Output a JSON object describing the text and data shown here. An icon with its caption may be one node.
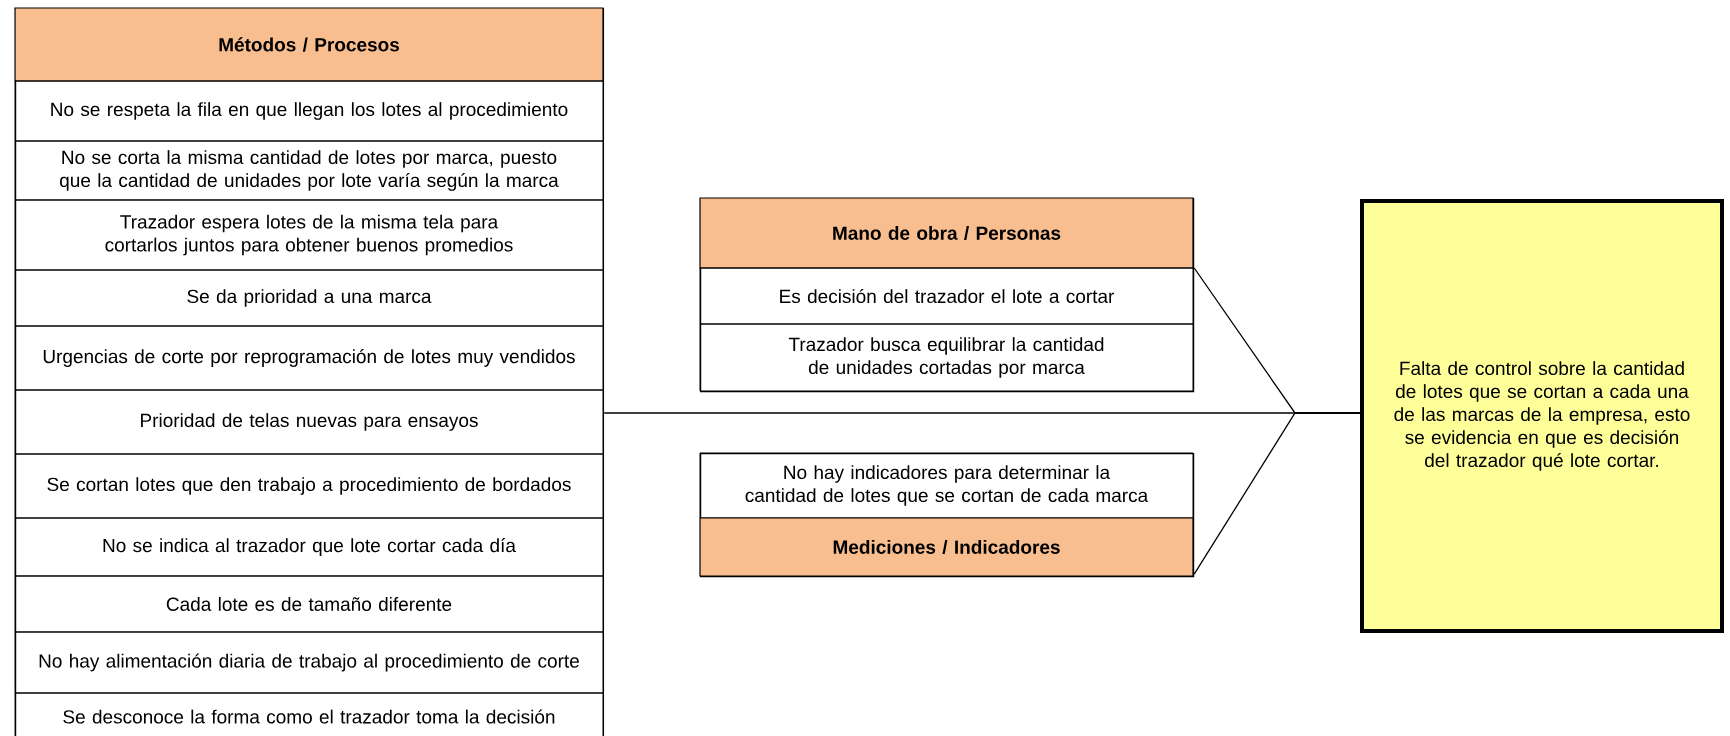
{
  "diagram": {
    "nodes": [
      {
        "text": [
          "Métodos / Procesos",
          "No se respeta la fila en que llegan los lotes al procedimiento",
          "No se corta la misma cantidad de lotes por marca, puesto que la cantidad de unidades por lote varía según la marca",
          "Trazador espera lotes de la misma tela para cortarlos juntos para obtener buenos promedios",
          "Se da prioridad a una marca",
          "Urgencias de corte por reprogramación de lotes muy vendidos",
          "Prioridad de telas nuevas para ensayos",
          "Se cortan lotes que den trabajo a procedimiento de bordados",
          "No se indica al trazador que lote cortar cada día",
          "Cada lote es de tamaño diferente",
          "No hay alimentación diaria de trabajo al procedimiento de corte",
          "Se desconoce la forma como el trazador toma la decisión"
        ]
      },
      {
        "text": [
          "Mano de obra / Personas",
          "Es decisión del trazador el lote a cortar",
          "Trazador busca equilibrar la cantidad de unidades cortadas por marca"
        ]
      },
      {
        "text": [
          "No hay indicadores para determinar la cantidad de lotes que se cortan de cada marca",
          "Mediciones / Indicadores"
        ]
      },
      {
        "text": [
          "Falta de control sobre la cantidad de lotes que se cortan a cada una de las marcas de la empresa, esto se evidencia en que es decisión del trazador qué lote cortar."
        ]
      }
    ],
    "edges": [
      {
        "from": 0,
        "to": 3,
        "arrow": "none"
      },
      {
        "from": 1,
        "to": 3,
        "arrow": "none"
      },
      {
        "from": 2,
        "to": 3,
        "arrow": "none"
      }
    ]
  }
}
